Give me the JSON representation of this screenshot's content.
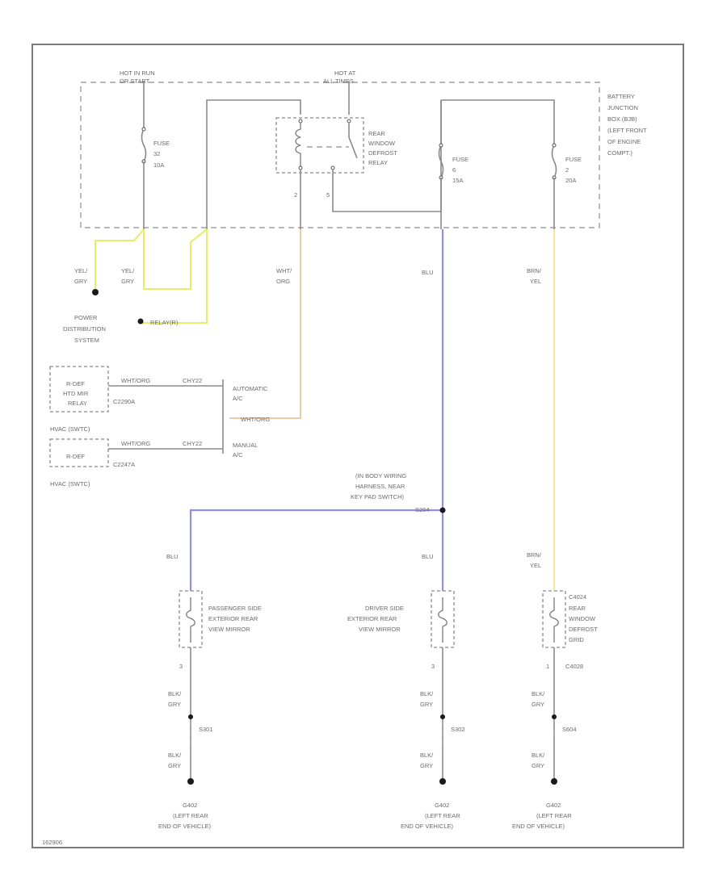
{
  "colors": {
    "yellow_grn": "#e4ef66",
    "white_org": "#f2c8a6",
    "blue": "#8f8ff0",
    "brn_yel": "#f2ea9a",
    "wire_gray": "#8a8a8a"
  },
  "power": {
    "hot_run_line1": "HOT IN RUN",
    "hot_run_line2": "OR START",
    "hot_all_line1": "HOT AT",
    "hot_all_line2": "ALL TIMES"
  },
  "bjb": {
    "line1": "BATTERY",
    "line2": "JUNCTION",
    "line3": "BOX (BJB)",
    "line4": "(LEFT FRONT",
    "line5": "OF ENGINE",
    "line6": "COMPT.)"
  },
  "fuse32": {
    "label": "FUSE",
    "number": "32",
    "rating": "10A"
  },
  "fuse6": {
    "label": "FUSE",
    "number": "6",
    "rating": "15A"
  },
  "fuse2": {
    "label": "FUSE",
    "number": "2",
    "rating": "20A"
  },
  "relay": {
    "line1": "REAR",
    "line2": "WINDOW",
    "line3": "DEFROST",
    "line4": "RELAY",
    "pin_left": "2",
    "pin_right": "5"
  },
  "wires": {
    "yel_grn_line1": "YEL/",
    "yel_grn_line2": "GRY",
    "wht_org_line1": "WHT/",
    "wht_org_line2": "ORG",
    "blu": "BLU",
    "brn_yel_line1": "BRN/",
    "brn_yel_line2": "YEL",
    "blk_gry_line1": "BLK/",
    "blk_gry_line2": "GRY"
  },
  "power_distribution": {
    "line1": "POWER",
    "line2": "DISTRIBUTION",
    "line3": "SYSTEM",
    "relay_tag": "RELAY(R)"
  },
  "hvac": {
    "auto_box_line1": "R-DEF",
    "auto_box_line2": "HTD MIR",
    "auto_box_line3": "RELAY",
    "auto_connector": "C2290A",
    "auto_circuit": "WHT/ORG",
    "auto_circuit2": "CHY22",
    "automatic_line1": "AUTOMATIC",
    "automatic_line2": "A/C",
    "auto_tail": "WHT/ORG",
    "manual_box": "R-DEF",
    "manual_top": "HVAC (SWTC)",
    "manual_connector": "C2247A",
    "manual_circuit": "WHT/ORG",
    "manual_circuit2": "CHY22",
    "manual_line1": "MANUAL",
    "manual_line2": "A/C",
    "hvac_bottom": "HVAC (SWTC)"
  },
  "splice": {
    "line1": "(IN BODY WIRING",
    "line2": "HARNESS, NEAR",
    "line3": "KEY PAD SWITCH)",
    "id": "S204"
  },
  "mirrors": {
    "passenger_line1": "PASSENGER SIDE",
    "passenger_line2": "EXTERIOR REAR",
    "passenger_line3": "VIEW MIRROR",
    "passenger_pin": "3",
    "driver_line1": "DRIVER SIDE",
    "driver_line2": "EXTERIOR REAR",
    "driver_line3": "VIEW MIRROR",
    "driver_pin": "3"
  },
  "grid": {
    "connector_top": "C4024",
    "line1": "REAR",
    "line2": "WINDOW",
    "line3": "DEFROST",
    "line4": "GRID",
    "pin": "1",
    "connector_bottom": "C4028"
  },
  "splices_bottom": {
    "left": "S301",
    "mid": "S302",
    "right": "S604"
  },
  "grounds": {
    "g1_line1": "G402",
    "g1_line2": "(LEFT REAR",
    "g1_line3": "END OF VEHICLE)",
    "g2_line1": "G402",
    "g2_line2": "(LEFT REAR",
    "g2_line3": "END OF VEHICLE)",
    "g3_line1": "G402",
    "g3_line2": "(LEFT REAR",
    "g3_line3": "END OF VEHICLE)"
  },
  "footer": {
    "code": "162906"
  }
}
